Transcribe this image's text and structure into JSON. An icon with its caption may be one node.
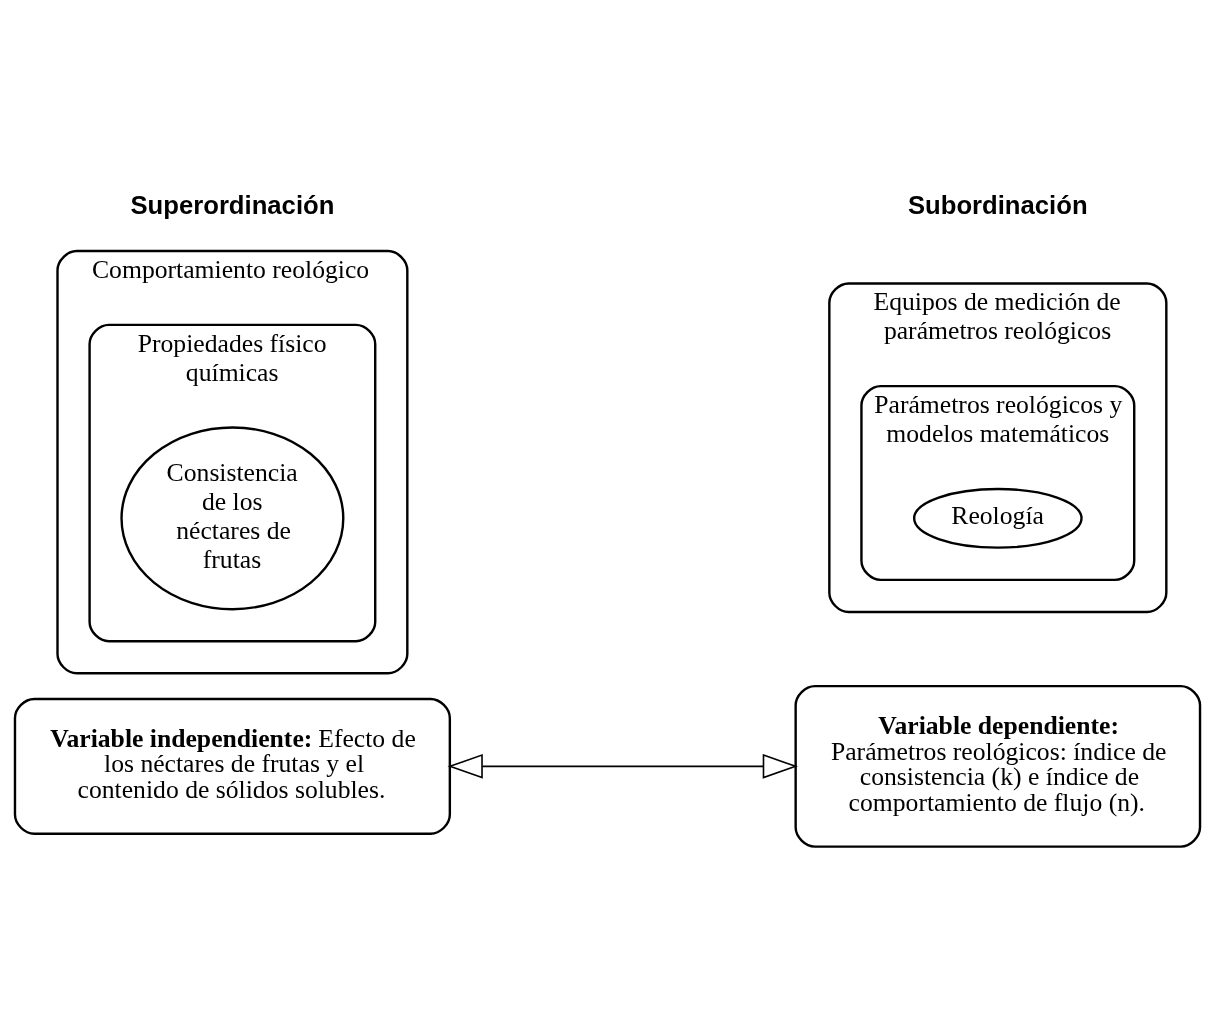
{
  "diagram": {
    "nodes": [
      {
        "text": [
          "Comportamiento reológico"
        ]
      },
      {
        "text": [
          "Propiedades físico químicas"
        ],
        "in": 0
      },
      {
        "text": [
          "Consistencia de los néctares de frutas"
        ],
        "in": 1
      },
      {
        "text": [
          "Equipos de medición de parámetros reológicos"
        ]
      },
      {
        "text": [
          "Parámetros reológicos y modelos matemáticos"
        ],
        "in": 3
      },
      {
        "text": [
          "Reología"
        ],
        "in": 4
      },
      {
        "text": [
          "**Variable independiente:** Efecto de los néctares de frutas y el contenido de sólidos solubles."
        ]
      },
      {
        "text": [
          "**Variable dependiente:**",
          "Parámetros reológicos: índice de consistencia (k) e índice de comportamiento de flujo (n)."
        ]
      }
    ],
    "edges": [
      {
        "from": 6,
        "to": 7,
        "arrow": "both"
      }
    ],
    "labels": [
      "Superordinación",
      "Subordinación"
    ]
  }
}
